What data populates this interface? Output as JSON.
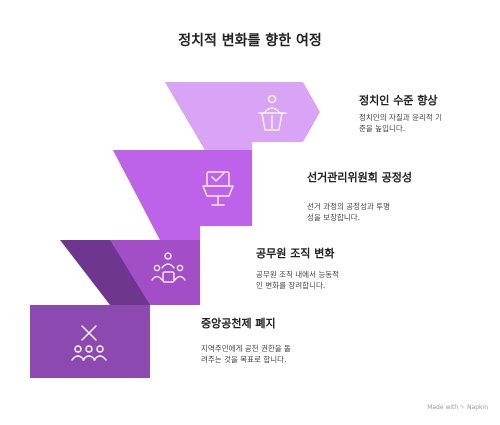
{
  "title": "정치적 변화를 향한 여정",
  "steps": [
    {
      "heading": "정치인 수준 향상",
      "desc": [
        "정치인의 자질과 윤리적 기",
        "준을 높입니다."
      ],
      "icon": "podium-speaker-icon",
      "color": "#d9a4f5"
    },
    {
      "heading": "선거관리위원회 공정성",
      "desc": [
        "선거 과정의 공정성과 투명",
        "성을 보장합니다."
      ],
      "icon": "ballot-box-icon",
      "color": "#bf62ea"
    },
    {
      "heading": "공무원 조직 변화",
      "desc": [
        "공무원 조직 내에서 능동적",
        "인 변화를 장려합니다."
      ],
      "icon": "team-meeting-icon",
      "color": "#a24fc7"
    },
    {
      "heading": "중앙공천제 폐지",
      "desc": [
        "지역주민에게 공천 권한을 돌",
        "려주는 것을 목표로 합니다."
      ],
      "icon": "people-cancel-icon",
      "color": "#8c4ab0"
    }
  ],
  "watermark": {
    "prefix": "Made with",
    "brand": "Napkin"
  }
}
